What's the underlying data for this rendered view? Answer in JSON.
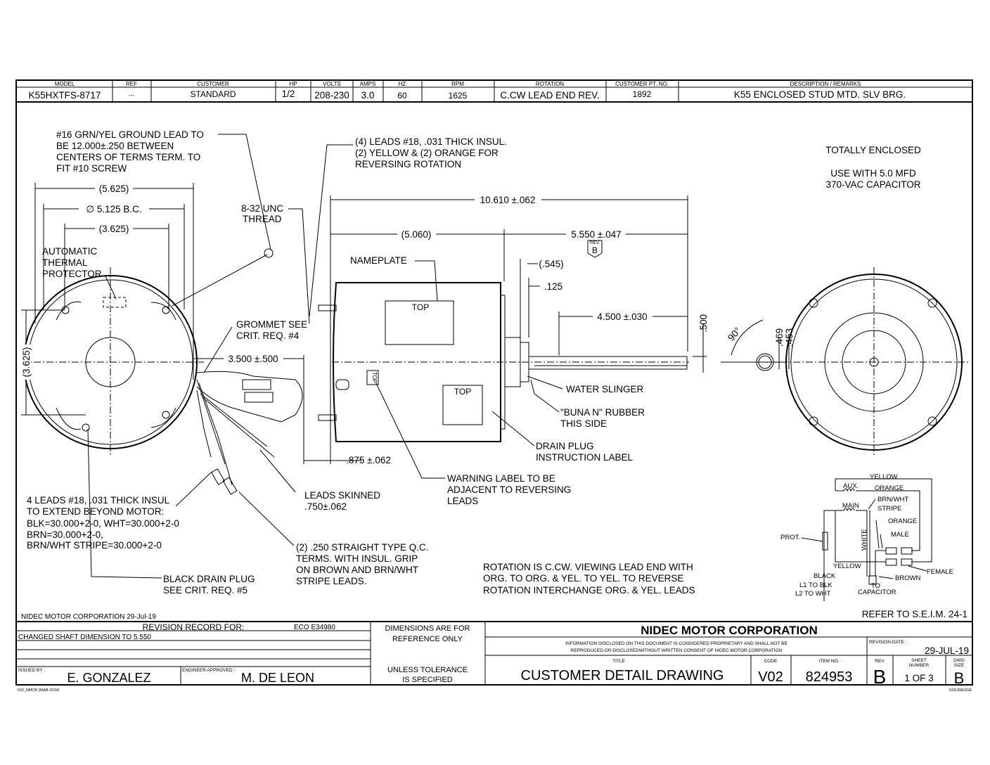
{
  "header": {
    "labels": [
      "MODEL",
      "REF",
      "CUSTOMER",
      "HP",
      "VOLTS",
      "AMPS",
      "HZ",
      "RPM",
      "ROTATION",
      "CUSTOMER PT. NO.",
      "DESCRIPTION / REMARKS"
    ],
    "values": [
      "K55HXTFS-8717",
      "---",
      "STANDARD",
      "1/2",
      "208-230",
      "3.0",
      "60",
      "1625",
      "C.CW LEAD END REV.",
      "1892",
      "K55 ENCLOSED STUD MTD. SLV BRG."
    ]
  },
  "notes": {
    "ground_lead": [
      "#16 GRN/YEL GROUND LEAD TO",
      "BE 12.000±.250 BETWEEN",
      "CENTERS OF TERMS TERM. TO",
      "FIT #10 SCREW"
    ],
    "leads_insul": [
      "(4) LEADS #18, .031 THICK INSUL.",
      "(2) YELLOW & (2) ORANGE FOR",
      "REVERSING ROTATION"
    ],
    "enclosure": [
      "TOTALLY ENCLOSED",
      "USE WITH 5.0 MFD",
      "370-VAC CAPACITOR"
    ],
    "thread": [
      "8-32 UNC",
      "THREAD"
    ],
    "protector": [
      "AUTOMATIC",
      "THERMAL",
      "PROTECTOR"
    ],
    "nameplate": "NAMEPLATE",
    "top": "TOP",
    "grommet": [
      "GROMMET SEE",
      "CRIT. REQ. #4"
    ],
    "water_slinger": "WATER SLINGER",
    "buna": [
      "\"BUNA N\" RUBBER",
      "THIS SIDE"
    ],
    "drain_plug_label": [
      "DRAIN PLUG",
      "INSTRUCTION LABEL"
    ],
    "warning": [
      "WARNING LABEL TO BE",
      "ADJACENT TO REVERSING",
      "LEADS"
    ],
    "leads_skinned": [
      "LEADS SKINNED",
      ".750±.062"
    ],
    "four_leads": [
      "4 LEADS #18, .031 THICK INSUL",
      "TO EXTEND BEYOND MOTOR:",
      "BLK=30.000+2-0, WHT=30.000+2-0",
      "BRN=30.000+2-0,",
      "BRN/WHT STRIPE=30.000+2-0"
    ],
    "qc_terms": [
      "(2) .250 STRAIGHT TYPE Q.C.",
      "TERMS. WITH INSUL. GRIP",
      "ON BROWN AND BRN/WHT",
      "STRIPE LEADS."
    ],
    "drain_plug": [
      "BLACK DRAIN PLUG",
      "SEE CRIT. REQ. #5"
    ],
    "rotation": [
      "ROTATION IS C.CW. VIEWING LEAD END WITH",
      "ORG. TO ORG. & YEL. TO YEL. TO REVERSE",
      "ROTATION INTERCHANGE ORG. & YEL. LEADS"
    ],
    "refer": "REFER TO S.E.I.M. 24-1",
    "footer_stamp": "NIDEC MOTOR CORPORATION 29-Jul-19"
  },
  "dimensions": {
    "d5625": "(5.625)",
    "bc": "∅ 5.125  B.C.",
    "d3625": "(3.625)",
    "d3625v": "(3.625)",
    "overall": "10.610 ±.062",
    "d5060": "(5.060)",
    "d5550": "5.550 ±.047",
    "rev_mark": "B",
    "rev_mark_label": "REV.",
    "d545": "(.545)",
    "d125": ".125",
    "d4500": "4.500 ±.030",
    "d500": ".500",
    "angle": "90°",
    "d469": ".469",
    "d453": ".453",
    "d3500": "3.500 ±.500",
    "d875": ".875 ±.062"
  },
  "wiring": {
    "yellow_top": "YELLOW",
    "aux": "AUX.",
    "orange_top": "ORANGE",
    "main": "MAIN",
    "brn_wht": [
      "BRN/WHT",
      "STRIPE"
    ],
    "orange": "ORANGE",
    "male": "MALE",
    "prot": "PROT.",
    "white": "WHITE",
    "yellow": "YELLOW",
    "female": "FEMALE",
    "black": "BLACK",
    "brown": "BROWN",
    "l1": "L1 TO BLK",
    "l2": "L2 TO WHT",
    "to": "TO",
    "capacitor": "CAPACITOR"
  },
  "title_block": {
    "revision_record": "REVISION RECORD FOR:",
    "eco": "ECO E34980",
    "revision_line": "CHANGED SHAFT DIMENSION TO 5.550",
    "dims_note": [
      "DIMENSIONS ARE FOR",
      "REFERENCE ONLY"
    ],
    "tolerance_note": [
      "UNLESS TOLERANCE",
      "IS SPECIFIED"
    ],
    "issued_by_label": "ISSUED BY :",
    "issued_by": "E. GONZALEZ",
    "engineer_label": "ENGINEER APPROVED :",
    "engineer": "M. DE LEON",
    "company": "NIDEC MOTOR CORPORATION",
    "proprietary": [
      "INFORMATION DISCLOSED ON THIS DOCUMENT IS CONSIDERED PROPRIETARY AND SHALL NOT BE",
      "REPRODUCED OR DISCLOSEDWITHOUT WRITTEN CONSENT OF NIDEC MOTOR CORPORATION"
    ],
    "revision_date_label": "REVISION DATE :",
    "revision_date": "29-JUL-19",
    "title_label": "TITLE",
    "title": "CUSTOMER  DETAIL  DRAWING",
    "code_label": "CODE",
    "code": "V02",
    "item_label": "ITEM NO.",
    "item": "824953",
    "rev_label": "REV",
    "rev": "B",
    "sheet_label": [
      "SHEET",
      "NUMBER"
    ],
    "sheet": "1  OF  3",
    "dwg_label": [
      "DWG",
      "SIZE"
    ],
    "dwg": "B",
    "form_id": "V02_NMCB (MAR-2014)",
    "cad": "SOLIDEDGE"
  }
}
